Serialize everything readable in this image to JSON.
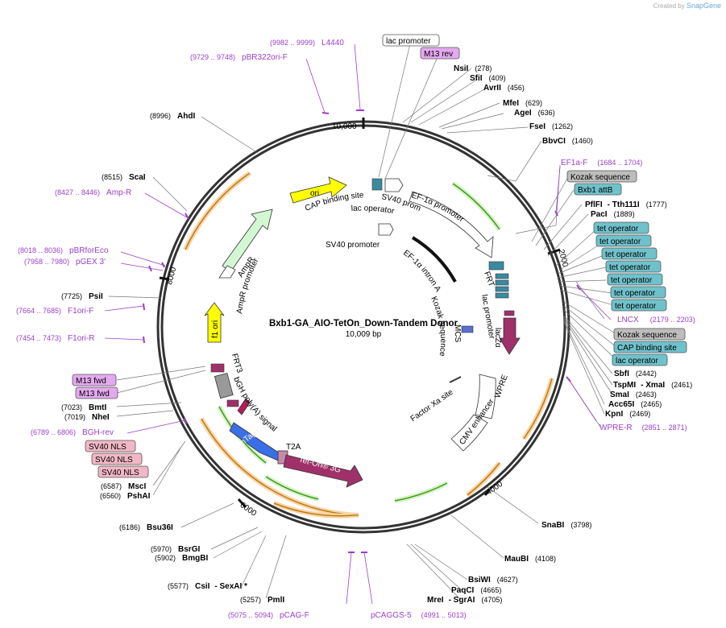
{
  "credit": {
    "created_by": "Created by",
    "brand": "SnapGene"
  },
  "plasmid": {
    "name": "Bxb1-GA_AIO-TetOn_Down-Tandem Donor",
    "length_label": "10,009 bp"
  },
  "colors": {
    "primer": "#9a3fc9",
    "feature_teal": "#6fc2cc",
    "feature_pink": "#f0b7c6",
    "feature_gray": "#bdbdbd",
    "feature_purple": "#e4a9f0",
    "orf_orange": "#f4b66a",
    "orf_green": "#c8ecb0"
  },
  "ticks": [
    {
      "label": "10,000",
      "pos": 0
    },
    {
      "label": "2000",
      "pos": 2000
    },
    {
      "label": "4000",
      "pos": 4000
    },
    {
      "label": "6000",
      "pos": 6000
    },
    {
      "label": "8000",
      "pos": 8000
    }
  ],
  "sites": [
    {
      "name": "NsiI",
      "pos": "(278)"
    },
    {
      "name": "SfiI",
      "pos": "(409)"
    },
    {
      "name": "AvrII",
      "pos": "(456)"
    },
    {
      "name": "MfeI",
      "pos": "(629)"
    },
    {
      "name": "AgeI",
      "pos": "(636)"
    },
    {
      "name": "FseI",
      "pos": "(1262)"
    },
    {
      "name": "BbvCI",
      "pos": "(1460)"
    },
    {
      "name": "PflFI",
      "extra": "- Tth111I",
      "pos": "(1777)"
    },
    {
      "name": "PacI",
      "pos": "(1889)"
    },
    {
      "name": "SbfI",
      "pos": "(2442)"
    },
    {
      "name": "TspMI",
      "extra": "- XmaI",
      "pos": "(2461)"
    },
    {
      "name": "SmaI",
      "pos": "(2463)"
    },
    {
      "name": "Acc65I",
      "pos": "(2465)"
    },
    {
      "name": "KpnI",
      "pos": "(2469)"
    },
    {
      "name": "SnaBI",
      "pos": "(3798)"
    },
    {
      "name": "MauBI",
      "pos": "(4108)"
    },
    {
      "name": "BsiWI",
      "pos": "(4627)"
    },
    {
      "name": "PaqCI",
      "pos": "(4665)"
    },
    {
      "name": "MreI",
      "extra": "- SgrAI",
      "pos": "(4705)"
    },
    {
      "name": "PmlI",
      "pos": "(5257)"
    },
    {
      "name": "CsiI",
      "extra": "- SexAI *",
      "pos": "(5577)"
    },
    {
      "name": "BmgBI",
      "pos": "(5902)"
    },
    {
      "name": "BsrGI",
      "pos": "(5970)"
    },
    {
      "name": "Bsu36I",
      "pos": "(6186)"
    },
    {
      "name": "PshAI",
      "pos": "(6560)"
    },
    {
      "name": "MscI",
      "pos": "(6587)"
    },
    {
      "name": "NheI",
      "pos": "(7019)"
    },
    {
      "name": "BmtI",
      "pos": "(7023)"
    },
    {
      "name": "PsiI",
      "pos": "(7725)"
    },
    {
      "name": "ScaI",
      "pos": "(8515)"
    },
    {
      "name": "AhdI",
      "pos": "(8996)"
    }
  ],
  "primers": [
    {
      "name": "L4440",
      "pos": "(9982 .. 9999)"
    },
    {
      "name": "pBR322ori-F",
      "pos": "(9729 .. 9748)"
    },
    {
      "name": "Amp-R",
      "pos": "(8427 .. 8446)"
    },
    {
      "name": "pBRforEco",
      "pos": "(8018 .. 8036)"
    },
    {
      "name": "pGEX 3'",
      "pos": "(7958 .. 7980)"
    },
    {
      "name": "F1ori-F",
      "pos": "(7664 .. 7685)"
    },
    {
      "name": "F1ori-R",
      "pos": "(7454 .. 7473)"
    },
    {
      "name": "BGH-rev",
      "pos": "(6789 .. 6806)"
    },
    {
      "name": "pCAG-F",
      "pos": "(5075 .. 5094)"
    },
    {
      "name": "pCAGGS-5",
      "pos": "(4991 .. 5013)"
    },
    {
      "name": "WPRE-R",
      "pos": "(2851 .. 2871)"
    },
    {
      "name": "LNCX",
      "pos": "(2179 .. 2203)"
    },
    {
      "name": "EF1a-F",
      "pos": "(1684 .. 1704)"
    }
  ],
  "boxed_features": {
    "lac_promoter_top": "lac promoter",
    "m13_rev": "M13 rev",
    "kozak_top": "Kozak sequence",
    "bxb1_attb": "Bxb1 attB",
    "tet_operator": "tet operator",
    "kozak_bottom": "Kozak sequence",
    "cap_binding": "CAP binding site",
    "lac_operator_box": "lac operator",
    "m13_fwd": "M13 fwd",
    "sv40_nls": "SV40 NLS"
  },
  "map_features": {
    "ori": "ori",
    "ampr": "AmpR",
    "ampr_promoter": "AmpR promoter",
    "f1_ori": "f1 ori",
    "cap_binding_site": "CAP binding site",
    "lac_operator": "lac operator",
    "sv40_promoter_1": "SV40 promoter",
    "sv40_promoter_2": "SV40 promoter",
    "ef1a_promoter": "EF-1α promoter",
    "ef1a_intron": "EF-1α intron A",
    "kozak_inner": "Kozak sequence",
    "frt": "FRT",
    "lac_promoter_inner": "lac promoter",
    "lacz_alpha": "lacZα",
    "mcs": "MCS",
    "wpre": "WPRE",
    "cmv_enhancer": "CMV enhancer",
    "factor_xa": "Factor Xa site",
    "frt3": "FRT3",
    "bgh_polya": "bGH poly(A) signal",
    "t2a": "T2A",
    "mtagbfp2": "mTagBFP2",
    "tet_on": "Tet-On® 3G"
  }
}
